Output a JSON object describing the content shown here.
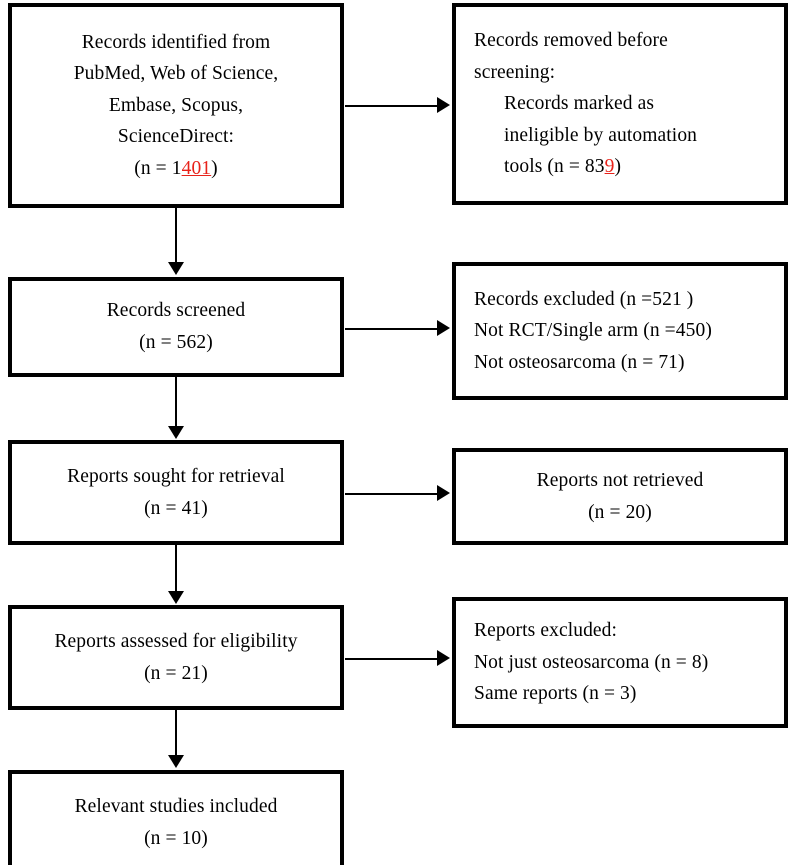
{
  "diagram": {
    "title": "PRISMA flow diagram",
    "type": "prisma-flowchart",
    "accent_color": "#e8221a",
    "line_color": "#000000",
    "background": "#ffffff"
  },
  "boxes": {
    "identification": {
      "l1": "Records identified from",
      "l2": "PubMed, Web of Science,",
      "l3": "Embase, Scopus,",
      "l4": "ScienceDirect:",
      "l5_pre": "(n = 1",
      "l5_highlight": "401",
      "l5_post": ")"
    },
    "removed_before_screening": {
      "l1": "Records removed before",
      "l2": "screening:",
      "l3": "Records marked as",
      "l4": "ineligible by automation",
      "l5_pre": "tools (n = 83",
      "l5_highlight": "9",
      "l5_post": ")"
    },
    "records_screened": {
      "l1": "Records screened",
      "l2": "(n = 562)"
    },
    "records_excluded": {
      "l1": "Records excluded (n =521 )",
      "l2": "Not RCT/Single arm (n =450)",
      "l3": "Not osteosarcoma (n = 71)"
    },
    "reports_sought": {
      "l1": "Reports sought for retrieval",
      "l2": "(n = 41)"
    },
    "reports_not_retrieved": {
      "l1": "Reports not retrieved",
      "l2": "(n = 20)"
    },
    "reports_assessed": {
      "l1": "Reports assessed for eligibility",
      "l2": "(n = 21)"
    },
    "reports_excluded": {
      "l1": "Reports excluded:",
      "l2": "Not just osteosarcoma (n = 8)",
      "l3": "Same reports (n = 3)"
    },
    "studies_included": {
      "l1": "Relevant studies included",
      "l2": "(n = 10)"
    }
  },
  "chart_data": {
    "type": "flowchart",
    "title": "PRISMA flow diagram",
    "stages": [
      {
        "id": "identification",
        "label": "Records identified from PubMed, Web of Science, Embase, Scopus, ScienceDirect",
        "n": 1401
      },
      {
        "id": "removed_before_screening",
        "label": "Records removed before screening: Records marked as ineligible by automation tools",
        "n": 839
      },
      {
        "id": "records_screened",
        "label": "Records screened",
        "n": 562
      },
      {
        "id": "records_excluded",
        "label": "Records excluded",
        "n": 521
      },
      {
        "id": "excluded_not_rct",
        "label": "Not RCT/Single arm",
        "n": 450
      },
      {
        "id": "excluded_not_osteosarcoma",
        "label": "Not osteosarcoma",
        "n": 71
      },
      {
        "id": "reports_sought",
        "label": "Reports sought for retrieval",
        "n": 41
      },
      {
        "id": "reports_not_retrieved",
        "label": "Reports not retrieved",
        "n": 20
      },
      {
        "id": "reports_assessed",
        "label": "Reports assessed for eligibility",
        "n": 21
      },
      {
        "id": "reports_excluded_not_just_osteosarcoma",
        "label": "Not just osteosarcoma",
        "n": 8
      },
      {
        "id": "reports_excluded_same_reports",
        "label": "Same reports",
        "n": 3
      },
      {
        "id": "studies_included",
        "label": "Relevant studies included",
        "n": 10
      }
    ],
    "edges": [
      {
        "from": "identification",
        "to": "removed_before_screening",
        "direction": "right"
      },
      {
        "from": "identification",
        "to": "records_screened",
        "direction": "down"
      },
      {
        "from": "records_screened",
        "to": "records_excluded",
        "direction": "right"
      },
      {
        "from": "records_screened",
        "to": "reports_sought",
        "direction": "down"
      },
      {
        "from": "reports_sought",
        "to": "reports_not_retrieved",
        "direction": "right"
      },
      {
        "from": "reports_sought",
        "to": "reports_assessed",
        "direction": "down"
      },
      {
        "from": "reports_assessed",
        "to": "reports_excluded",
        "direction": "right"
      },
      {
        "from": "reports_assessed",
        "to": "studies_included",
        "direction": "down"
      }
    ]
  }
}
